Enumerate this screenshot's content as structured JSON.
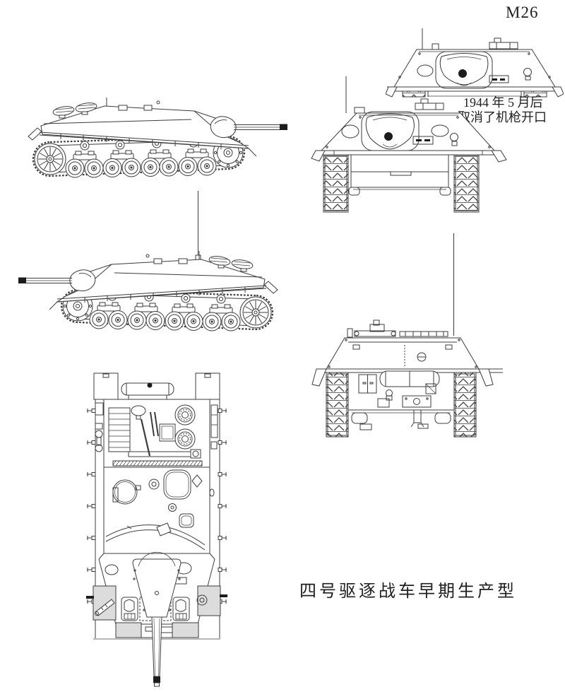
{
  "header": {
    "plate_code": "M26"
  },
  "annotation": {
    "line1": "1944 年 5 月后",
    "line2": "取消了机枪开口"
  },
  "caption": {
    "text": "四号驱逐战车早期生产型"
  },
  "figure": {
    "subject": "Jagdpanzer IV tank destroyer four-view line drawing"
  },
  "palette": {
    "background": "#ffffff",
    "line": "#3c3c3c",
    "dark_fill": "#1c1c1c",
    "shade": "#dcdcdc",
    "text": "#1f1f1f"
  }
}
